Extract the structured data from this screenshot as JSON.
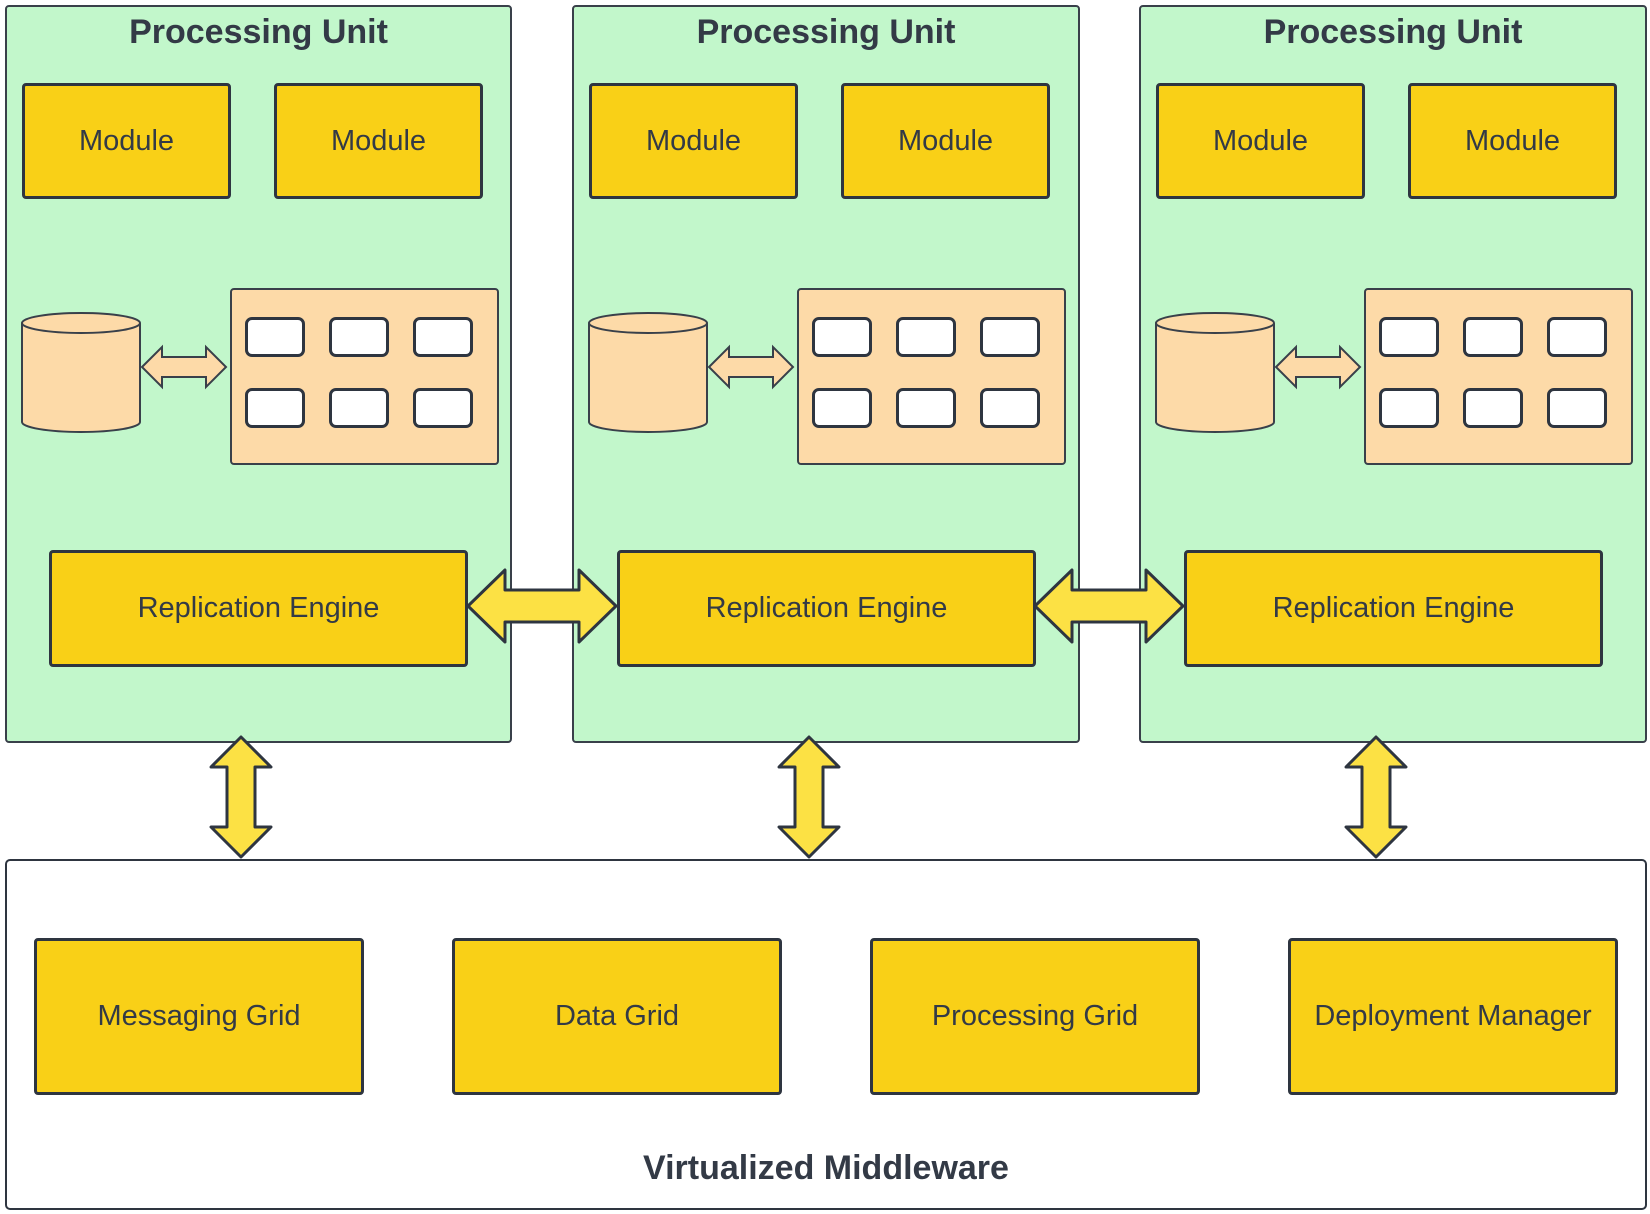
{
  "processing_units": [
    {
      "title": "Processing Unit",
      "modules": [
        "Module",
        "Module"
      ],
      "replication_label": "Replication Engine"
    },
    {
      "title": "Processing Unit",
      "modules": [
        "Module",
        "Module"
      ],
      "replication_label": "Replication Engine"
    },
    {
      "title": "Processing Unit",
      "modules": [
        "Module",
        "Module"
      ],
      "replication_label": "Replication Engine"
    }
  ],
  "middleware": {
    "title": "Virtualized Middleware",
    "components": [
      "Messaging Grid",
      "Data Grid",
      "Processing Grid",
      "Deployment Manager"
    ]
  },
  "colors": {
    "unit_bg": "#c2f7cb",
    "module_fill": "#f9d017",
    "arrow_fill": "#fce144",
    "cache_fill": "#fddaa8",
    "stroke": "#2e3540"
  }
}
